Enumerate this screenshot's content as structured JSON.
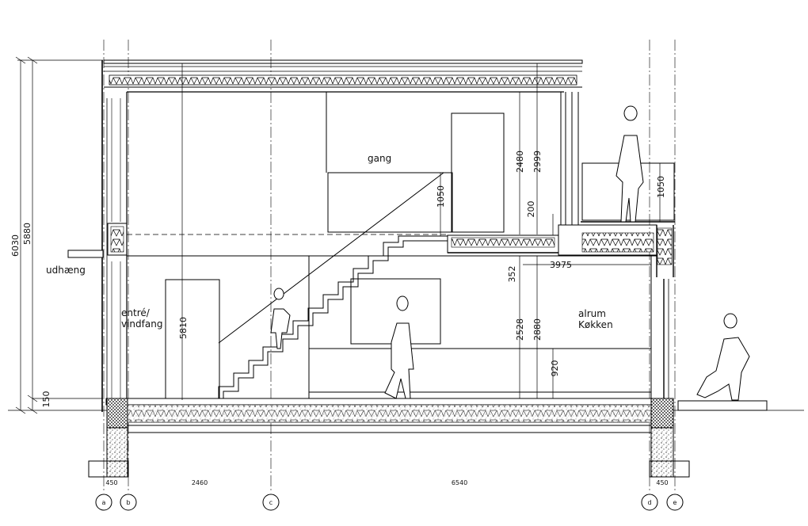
{
  "rooms": {
    "gang": "gang",
    "udhaeng": "udhæng",
    "entre_1": "entré/",
    "entre_2": "vindfang",
    "alrum_1": "alrum",
    "alrum_2": "Køkken"
  },
  "dims": {
    "d6030": "6030",
    "d5880": "5880",
    "d150": "150",
    "d5810": "5810",
    "d1050_stair": "1050",
    "d2480": "2480",
    "d2999": "2999",
    "d200": "200",
    "d1050_right": "1050",
    "d3975": "3975",
    "d352": "352",
    "d2528": "2528",
    "d2880": "2880",
    "d920": "920",
    "b450_left": "450",
    "b2460": "2460",
    "b6540": "6540",
    "b450_right": "450"
  },
  "axes": [
    "a",
    "b",
    "c",
    "d",
    "e"
  ]
}
